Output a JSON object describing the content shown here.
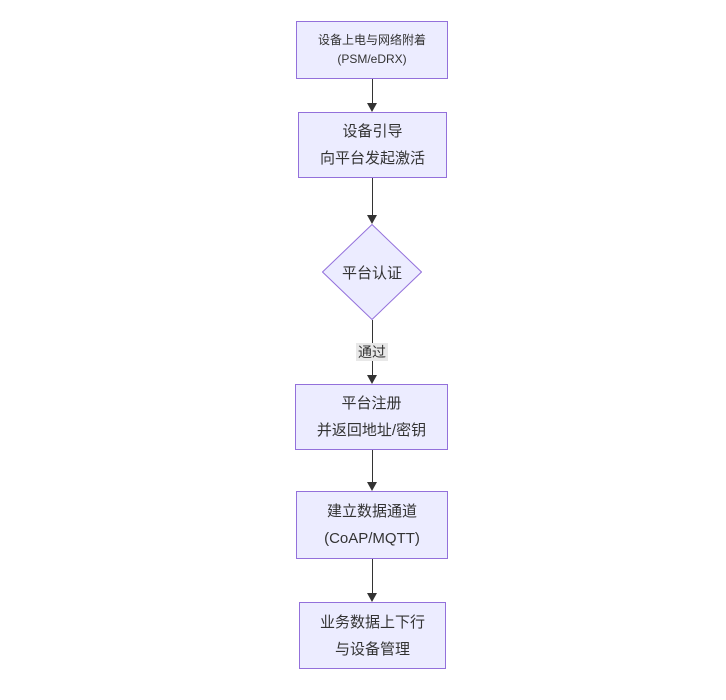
{
  "diagram": {
    "type": "flowchart",
    "direction": "top-down",
    "colors": {
      "background": "#ffffff",
      "node_fill": "#ececff",
      "node_border": "#9370db",
      "edge_line": "#333333",
      "text": "#333333",
      "edge_label_bg": "#e8e8e8"
    },
    "nodes": [
      {
        "id": "power-attach",
        "shape": "rect",
        "line1": "设备上电与网络附着",
        "line2": "(PSM/eDRX)"
      },
      {
        "id": "bootstrap",
        "shape": "rect",
        "line1": "设备引导",
        "line2": "向平台发起激活"
      },
      {
        "id": "platform-auth",
        "shape": "diamond",
        "line1": "平台认证"
      },
      {
        "id": "register",
        "shape": "rect",
        "line1": "平台注册",
        "line2": "并返回地址/密钥"
      },
      {
        "id": "data-channel",
        "shape": "rect",
        "line1": "建立数据通道",
        "line2": "(CoAP/MQTT)"
      },
      {
        "id": "business",
        "shape": "rect",
        "line1": "业务数据上下行",
        "line2": "与设备管理"
      }
    ],
    "edges": [
      {
        "from": "power-attach",
        "to": "bootstrap",
        "label": ""
      },
      {
        "from": "bootstrap",
        "to": "platform-auth",
        "label": ""
      },
      {
        "from": "platform-auth",
        "to": "register",
        "label": "通过"
      },
      {
        "from": "register",
        "to": "data-channel",
        "label": ""
      },
      {
        "from": "data-channel",
        "to": "business",
        "label": ""
      }
    ]
  }
}
